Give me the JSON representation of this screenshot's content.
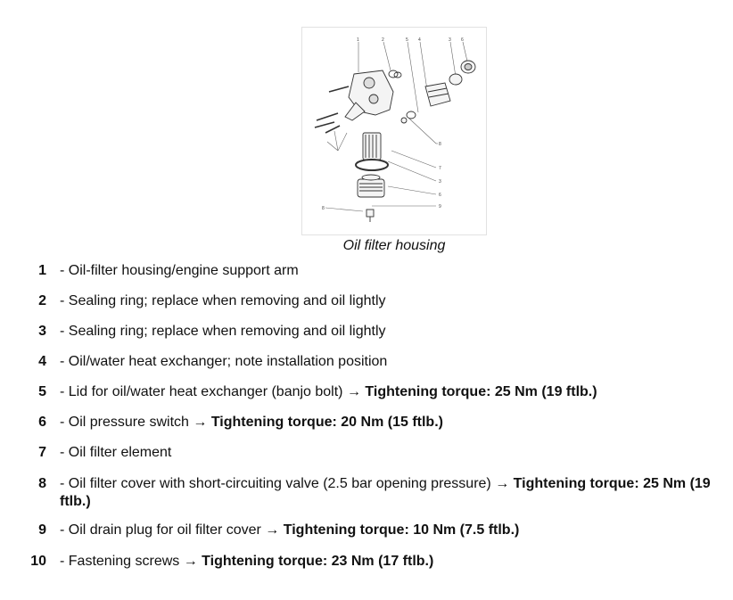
{
  "figure": {
    "caption": "Oil filter housing",
    "callouts_top": [
      "1",
      "2",
      "5",
      "4",
      "3",
      "6"
    ],
    "callouts_right": [
      "8",
      "7",
      "3",
      "6",
      "9"
    ],
    "callout_left": "8"
  },
  "items": [
    {
      "num": "1",
      "text": "- Oil-filter housing/engine support arm",
      "arrow": "",
      "torque": ""
    },
    {
      "num": "2",
      "text": "- Sealing ring; replace when removing and oil lightly",
      "arrow": "",
      "torque": ""
    },
    {
      "num": "3",
      "text": "- Sealing ring; replace when removing and oil lightly",
      "arrow": "",
      "torque": ""
    },
    {
      "num": "4",
      "text": "- Oil/water heat exchanger; note installation position",
      "arrow": "",
      "torque": ""
    },
    {
      "num": "5",
      "text": "- Lid for oil/water heat exchanger (banjo bolt)",
      "arrow": " → ",
      "torque": "Tightening torque: 25 Nm (19 ftlb.)"
    },
    {
      "num": "6",
      "text": "- Oil pressure switch",
      "arrow": " → ",
      "torque": "Tightening torque: 20 Nm (15 ftlb.)"
    },
    {
      "num": "7",
      "text": "- Oil filter element",
      "arrow": "",
      "torque": ""
    },
    {
      "num": "8",
      "text": "- Oil filter cover with short-circuiting valve (2.5 bar opening pressure)",
      "arrow": " → ",
      "torque": "Tightening torque: 25 Nm (19 ftlb.)"
    },
    {
      "num": "9",
      "text": "- Oil drain plug for oil filter cover",
      "arrow": " → ",
      "torque": "Tightening torque: 10 Nm (7.5 ftlb.)"
    },
    {
      "num": "10",
      "text": "- Fastening screws",
      "arrow": " → ",
      "torque": "Tightening torque: 23 Nm (17 ftlb.)"
    }
  ]
}
